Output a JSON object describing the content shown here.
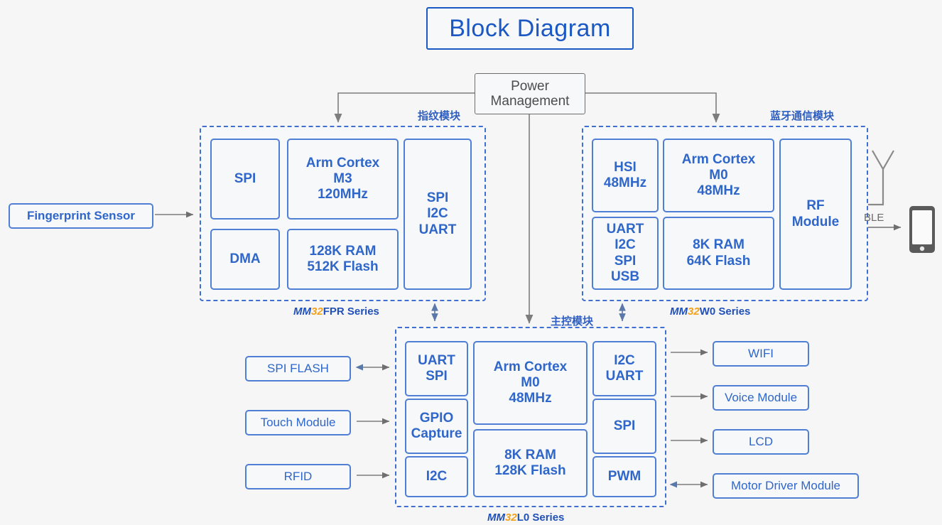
{
  "page": {
    "title": "Block Diagram",
    "background": "#f6f6f6",
    "accent_blue": "#2f66c9",
    "accent_orange": "#f2a11b",
    "wire_gray": "#7d7d7d"
  },
  "power_management": {
    "label": "Power\nManagement"
  },
  "fingerprint_sensor": {
    "label": "Fingerprint Sensor"
  },
  "modules": {
    "fingerprint": {
      "cn_label": "指纹模块",
      "series_mm": "MM",
      "series_num": "32",
      "series_rest": "FPR Series",
      "blocks": [
        {
          "name": "spi",
          "label": "SPI"
        },
        {
          "name": "dma",
          "label": "DMA"
        },
        {
          "name": "core",
          "label": "Arm Cortex\nM3\n120MHz"
        },
        {
          "name": "memory",
          "label": "128K RAM\n512K Flash"
        },
        {
          "name": "interfaces",
          "label": "SPI\nI2C\nUART"
        }
      ]
    },
    "bluetooth": {
      "cn_label": "蓝牙通信模块",
      "series_mm": "MM",
      "series_num": "32",
      "series_rest": "W0 Series",
      "blocks": [
        {
          "name": "hsi",
          "label": "HSI\n48MHz"
        },
        {
          "name": "interfaces",
          "label": "UART\nI2C\nSPI\nUSB"
        },
        {
          "name": "core",
          "label": "Arm Cortex\nM0\n48MHz"
        },
        {
          "name": "memory",
          "label": "8K RAM\n64K Flash"
        },
        {
          "name": "rf",
          "label": "RF\nModule"
        }
      ]
    },
    "main_control": {
      "cn_label": "主控模块",
      "series_mm": "MM",
      "series_num": "32",
      "series_rest": "L0 Series",
      "blocks": [
        {
          "name": "uart-spi",
          "label": "UART\nSPI"
        },
        {
          "name": "gpio-capture",
          "label": "GPIO\nCapture"
        },
        {
          "name": "i2c-left",
          "label": "I2C"
        },
        {
          "name": "core",
          "label": "Arm Cortex\nM0\n48MHz"
        },
        {
          "name": "memory",
          "label": "8K RAM\n128K Flash"
        },
        {
          "name": "i2c-uart",
          "label": "I2C\nUART"
        },
        {
          "name": "spi-right",
          "label": "SPI"
        },
        {
          "name": "pwm",
          "label": "PWM"
        }
      ]
    }
  },
  "peripherals_left": [
    {
      "name": "spi-flash",
      "label": "SPI FLASH",
      "arrow": "bidirectional"
    },
    {
      "name": "touch-module",
      "label": "Touch Module",
      "arrow": "to-module"
    },
    {
      "name": "rfid",
      "label": "RFID",
      "arrow": "to-module"
    }
  ],
  "peripherals_right": [
    {
      "name": "wifi",
      "label": "WIFI",
      "arrow": "from-module"
    },
    {
      "name": "voice-module",
      "label": "Voice Module",
      "arrow": "from-module"
    },
    {
      "name": "lcd",
      "label": "LCD",
      "arrow": "from-module"
    },
    {
      "name": "motor-driver-module",
      "label": "Motor Driver Module",
      "arrow": "bidirectional"
    }
  ],
  "radio": {
    "ble_label": "BLE",
    "antenna_icon": "antenna-icon",
    "phone_icon": "smartphone-icon"
  }
}
